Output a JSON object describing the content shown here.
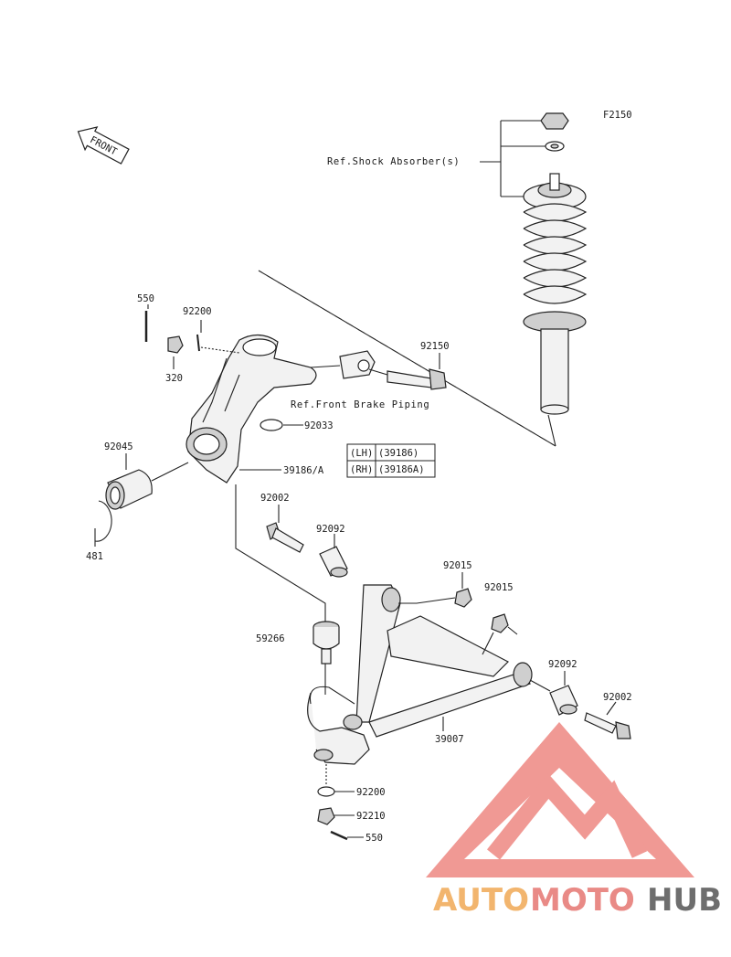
{
  "figure_code": "F2150",
  "front_label": "FRONT",
  "ref_shock": "Ref.Shock Absorber(s)",
  "ref_brake": "Ref.Front Brake Piping",
  "knuckle_table": [
    {
      "side": "(LH)",
      "part": "(39186)"
    },
    {
      "side": "(RH)",
      "part": "(39186A)"
    }
  ],
  "parts": {
    "p550_top": "550",
    "p92200_top": "92200",
    "p320": "320",
    "p92150": "92150",
    "p92033": "92033",
    "p92045": "92045",
    "p39186": "39186/A",
    "p481": "481",
    "p92002_left": "92002",
    "p92092_left": "92092",
    "p92015_a": "92015",
    "p92015_b": "92015",
    "p59266": "59266",
    "p92092_right": "92092",
    "p92002_right": "92002",
    "p39007": "39007",
    "p92200_bottom": "92200",
    "p92210": "92210",
    "p550_bottom": "550"
  },
  "watermark": {
    "part1": "AUTO",
    "part2": "MOTO",
    "part3": "HUB",
    "colors": {
      "orange": "#f2b56e",
      "red": "#e98a86",
      "gray": "#6e6e6e"
    }
  }
}
